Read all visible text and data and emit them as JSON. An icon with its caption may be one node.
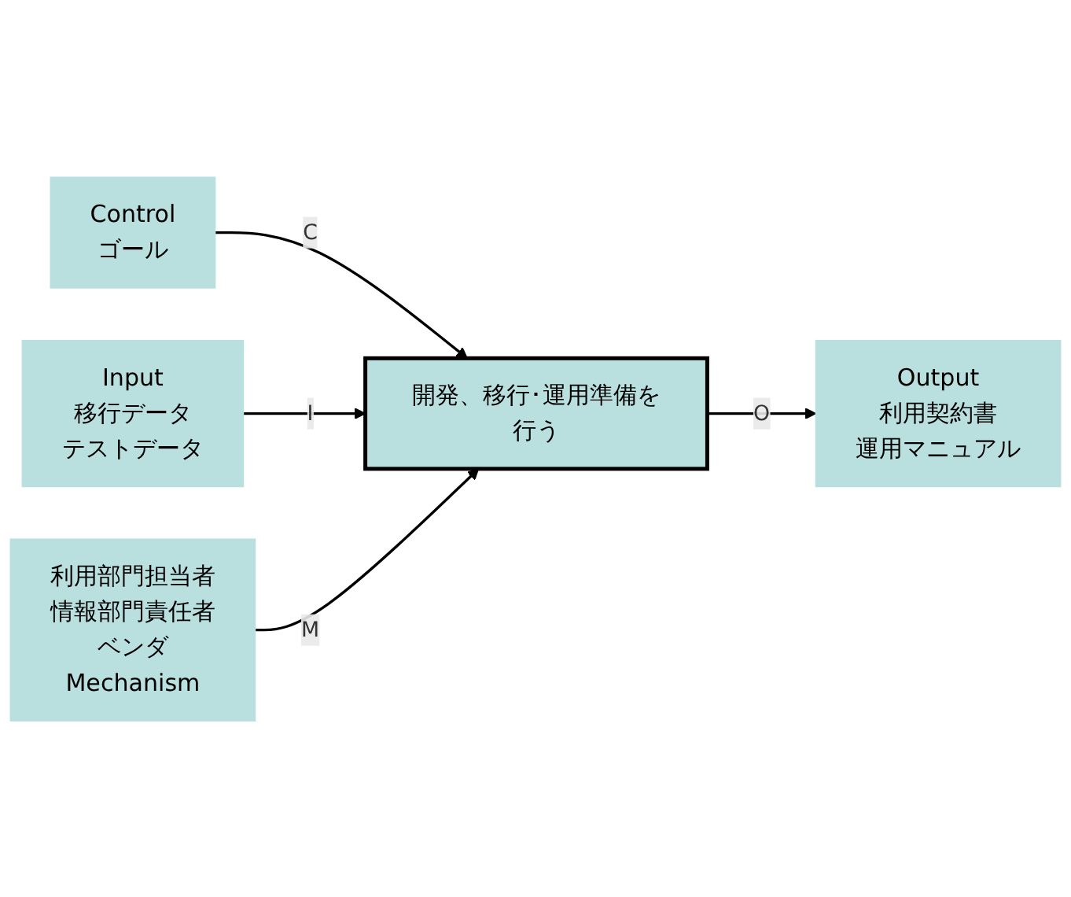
{
  "diagram": {
    "nodes": [
      {
        "text": [
          "Control",
          "ゴール"
        ]
      },
      {
        "text": [
          "Input",
          "移行データ",
          "テストデータ"
        ]
      },
      {
        "text": [
          "開発、移行･運用準備を行う"
        ]
      },
      {
        "text": [
          "Output",
          "利用契約書",
          "運用マニュアル"
        ]
      },
      {
        "text": [
          "利用部門担当者",
          "情報部門責任者",
          "ベンダ",
          "Mechanism"
        ]
      }
    ],
    "edges": [
      {
        "from": 0,
        "to": 2,
        "arrow": "to",
        "label": "C"
      },
      {
        "from": 1,
        "to": 2,
        "arrow": "to",
        "label": "I"
      },
      {
        "from": 2,
        "to": 3,
        "arrow": "to",
        "label": "O"
      },
      {
        "from": 4,
        "to": 2,
        "arrow": "to",
        "label": "M"
      }
    ]
  }
}
